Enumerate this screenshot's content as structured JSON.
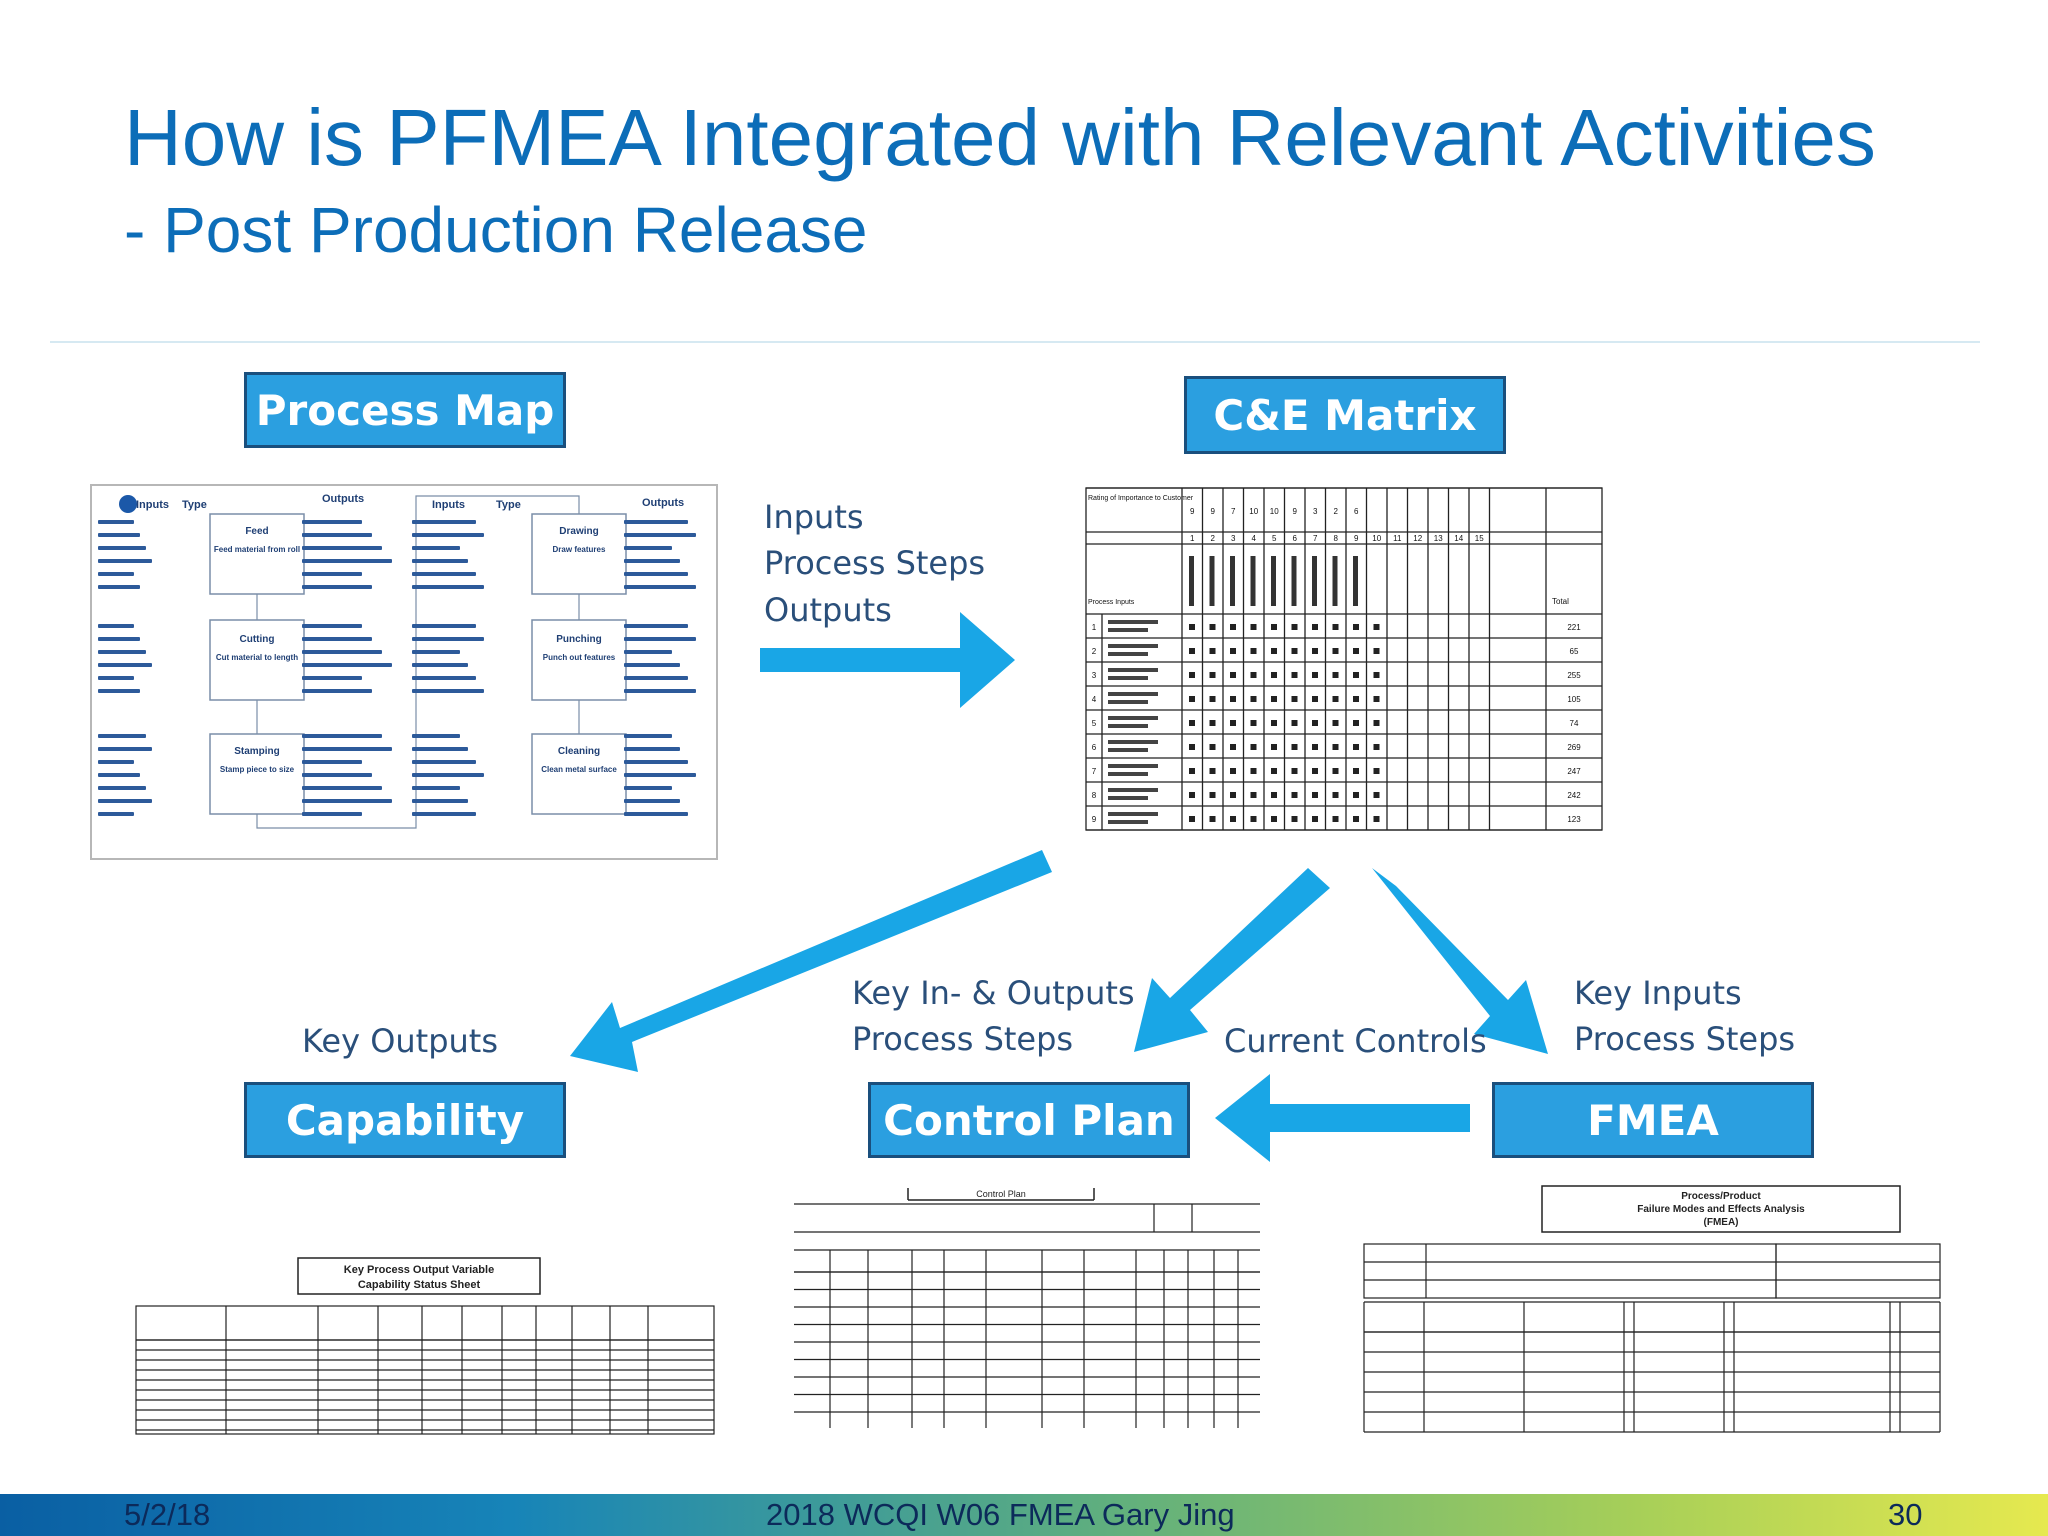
{
  "slide": {
    "title": "How is PFMEA Integrated with Relevant Activities",
    "subtitle": "- Post Production Release"
  },
  "boxes": {
    "process_map": "Process Map",
    "ce_matrix": "C&E Matrix",
    "capability": "Capability",
    "control_plan": "Control Plan",
    "fmea": "FMEA"
  },
  "flow_labels": {
    "inputs": "Inputs",
    "process_steps": "Process Steps",
    "outputs": "Outputs",
    "key_outputs": "Key Outputs",
    "key_in_outputs": "Key In- & Outputs",
    "key_in_outputs_steps": "Process Steps",
    "current_controls": "Current Controls",
    "key_inputs": "Key Inputs",
    "key_inputs_steps": "Process Steps"
  },
  "process_map_thumb": {
    "headers": [
      "Inputs",
      "Type",
      "Outputs",
      "Inputs",
      "Type",
      "Outputs"
    ],
    "steps": [
      {
        "name": "Feed",
        "desc": "Feed material from roll"
      },
      {
        "name": "Cutting",
        "desc": "Cut material to length"
      },
      {
        "name": "Stamping",
        "desc": "Stamp piece to size"
      },
      {
        "name": "Drawing",
        "desc": "Draw features"
      },
      {
        "name": "Punching",
        "desc": "Punch out features"
      },
      {
        "name": "Cleaning",
        "desc": "Clean metal surface"
      }
    ]
  },
  "ce_matrix_thumb": {
    "corner_label": "Rating of Importance to Customer",
    "process_inputs_label": "Process Inputs",
    "total_label": "Total",
    "ratings": [
      "9",
      "9",
      "7",
      "10",
      "10",
      "9",
      "3",
      "2",
      "6"
    ],
    "numbers": [
      "1",
      "2",
      "3",
      "4",
      "5",
      "6",
      "7",
      "8",
      "9",
      "10",
      "11",
      "12",
      "13",
      "14",
      "15"
    ],
    "totals": [
      "221",
      "65",
      "255",
      "105",
      "74",
      "269",
      "247",
      "242",
      "123"
    ]
  },
  "capability_thumb": {
    "title_line1": "Key Process Output Variable",
    "title_line2": "Capability Status Sheet"
  },
  "control_plan_thumb": {
    "title": "Control Plan"
  },
  "fmea_thumb": {
    "title_line1": "Process/Product",
    "title_line2": "Failure Modes and Effects Analysis",
    "title_line3": "(FMEA)"
  },
  "footer": {
    "date": "5/2/18",
    "center": "2018 WCQI W06 FMEA Gary Jing",
    "page": "30"
  },
  "colors": {
    "title": "#0c6db8",
    "box_fill": "#2b9fe0",
    "box_border": "#1a4f7d",
    "arrow": "#19a6e6",
    "label": "#2a4f7a"
  }
}
